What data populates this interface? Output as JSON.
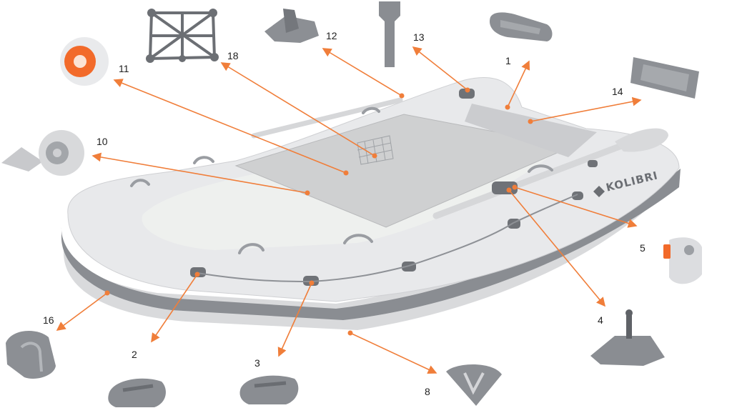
{
  "brand": {
    "name": "KOLIBRI"
  },
  "callout_color": "#f07e3a",
  "callouts": [
    {
      "id": "1",
      "label": "1",
      "icon": "keel-guard-part"
    },
    {
      "id": "2",
      "label": "2",
      "icon": "rope-holder-part"
    },
    {
      "id": "3",
      "label": "3",
      "icon": "rope-holder-part"
    },
    {
      "id": "4",
      "label": "4",
      "icon": "oarlock-part"
    },
    {
      "id": "5",
      "label": "5",
      "icon": "oar-holder-part"
    },
    {
      "id": "8",
      "label": "8",
      "icon": "towing-ring-part"
    },
    {
      "id": "10",
      "label": "10",
      "icon": "valve-part"
    },
    {
      "id": "11",
      "label": "11",
      "icon": "valve-part"
    },
    {
      "id": "12",
      "label": "12",
      "icon": "handle-mount-part"
    },
    {
      "id": "13",
      "label": "13",
      "icon": "oar-blade-holder-part"
    },
    {
      "id": "14",
      "label": "14",
      "icon": "transom-plate-part"
    },
    {
      "id": "16",
      "label": "16",
      "icon": "stern-ring-part"
    },
    {
      "id": "18",
      "label": "18",
      "icon": "net-bag-part"
    }
  ]
}
